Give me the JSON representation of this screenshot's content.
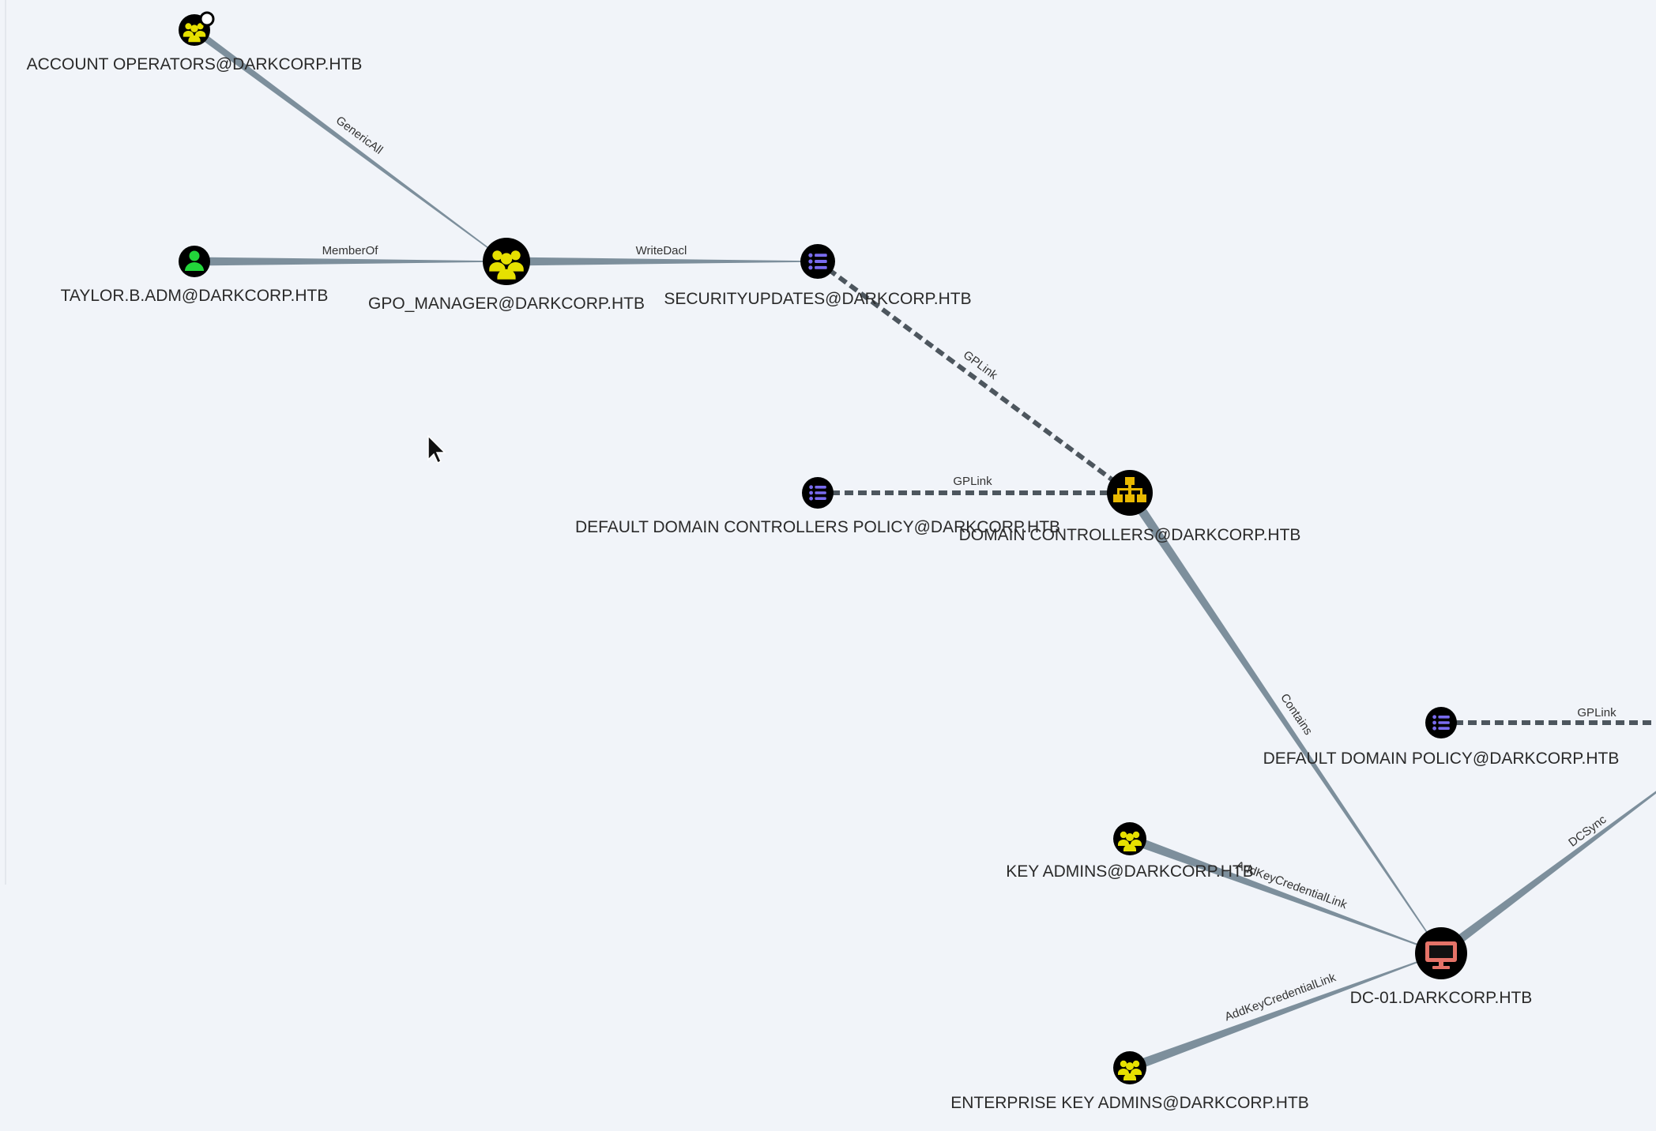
{
  "nodes": {
    "account_operators": "ACCOUNT OPERATORS@DARKCORP.HTB",
    "taylor": "TAYLOR.B.ADM@DARKCORP.HTB",
    "gpo_manager": "GPO_MANAGER@DARKCORP.HTB",
    "securityupdates": "SECURITYUPDATES@DARKCORP.HTB",
    "ddc_policy": "DEFAULT DOMAIN CONTROLLERS POLICY@DARKCORP.HTB",
    "domain_controllers": "DOMAIN CONTROLLERS@DARKCORP.HTB",
    "default_domain_policy": "DEFAULT DOMAIN POLICY@DARKCORP.HTB",
    "key_admins": "KEY ADMINS@DARKCORP.HTB",
    "dc01": "DC-01.DARKCORP.HTB",
    "enterprise_key_admins": "ENTERPRISE KEY ADMINS@DARKCORP.HTB"
  },
  "edges": {
    "generic_all": "GenericAll",
    "member_of": "MemberOf",
    "write_dacl": "WriteDacl",
    "gplink_1": "GPLink",
    "gplink_2": "GPLink",
    "gplink_3": "GPLink",
    "contains": "Contains",
    "addkey_1": "AddKeyCredentialLink",
    "addkey_2": "AddKeyCredentialLink",
    "dcsync": "DCSync"
  },
  "colors": {
    "group": "#e6e000",
    "user": "#22d63a",
    "gpo": "#7a6cf0",
    "ou": "#e8b800",
    "computer": "#e57368",
    "edge": "#7d8f9c"
  }
}
